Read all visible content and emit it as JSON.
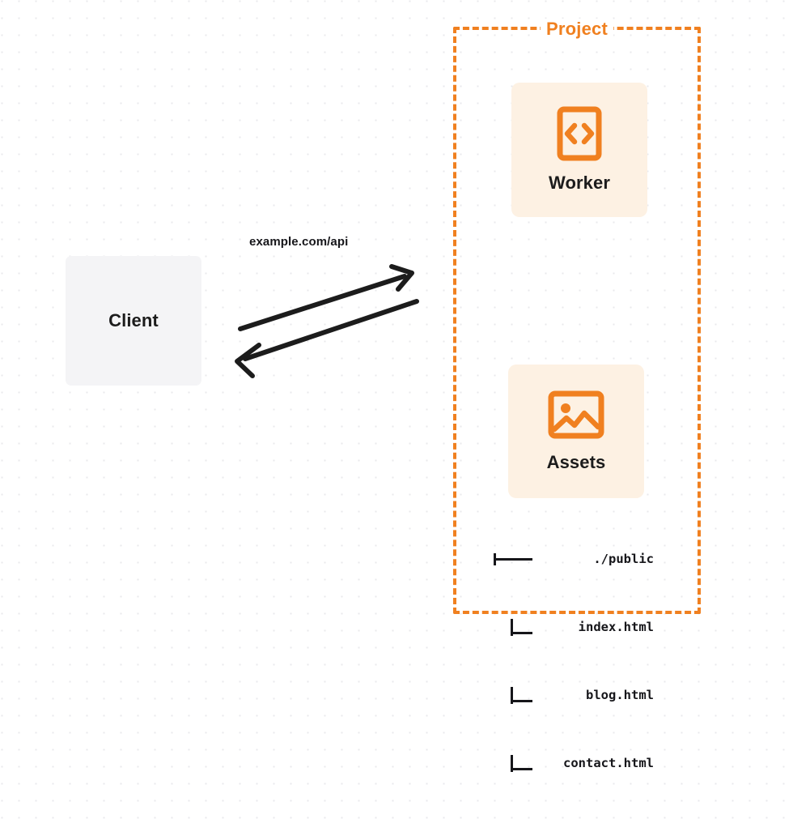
{
  "diagram": {
    "title": "Project",
    "background": "#ffffff",
    "accent_color": "#f08020",
    "card_background": "#fdf1e3",
    "client_background": "#f4f4f6",
    "text_color": "#16161a"
  },
  "client": {
    "label": "Client"
  },
  "connection": {
    "label": "example.com/api",
    "request_direction": "client-to-project",
    "response_direction": "project-to-client"
  },
  "project": {
    "label": "Project",
    "cards": [
      {
        "id": "worker",
        "label": "Worker",
        "icon": "code-file-icon"
      },
      {
        "id": "assets",
        "label": "Assets",
        "icon": "image-icon"
      }
    ],
    "file_tree": {
      "root": "./public",
      "children": [
        "index.html",
        "blog.html",
        "contact.html"
      ]
    }
  }
}
